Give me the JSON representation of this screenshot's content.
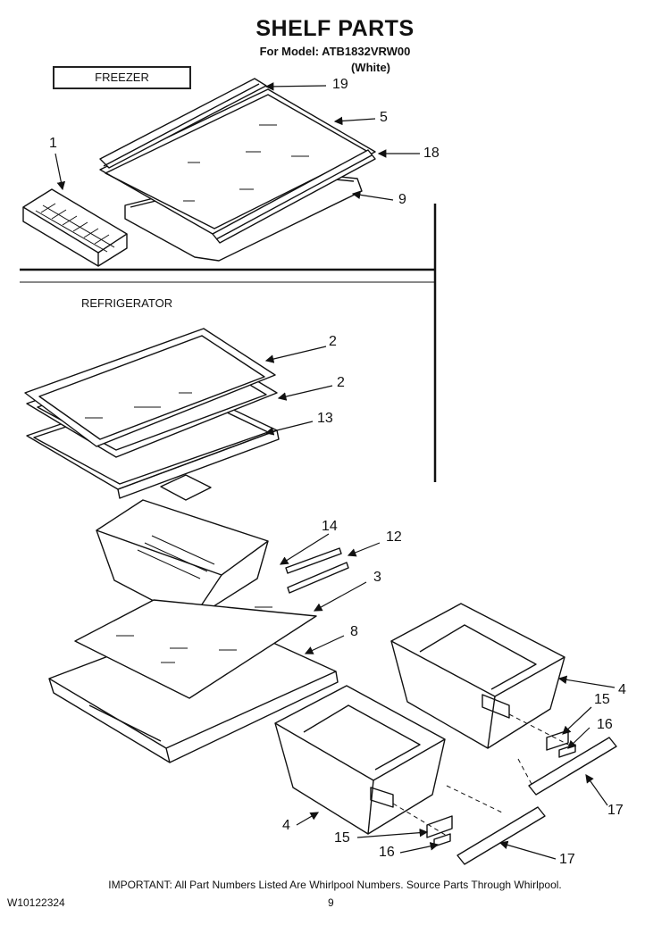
{
  "header": {
    "title": "SHELF PARTS",
    "model_line": "For Model: ATB1832VRW00",
    "color_line": "(White)"
  },
  "sections": {
    "freezer": "FREEZER",
    "refrigerator": "REFRIGERATOR"
  },
  "callouts": [
    {
      "id": "c19",
      "label": "19"
    },
    {
      "id": "c5",
      "label": "5"
    },
    {
      "id": "c18",
      "label": "18"
    },
    {
      "id": "c9",
      "label": "9"
    },
    {
      "id": "c1",
      "label": "1"
    },
    {
      "id": "c2a",
      "label": "2"
    },
    {
      "id": "c2b",
      "label": "2"
    },
    {
      "id": "c13",
      "label": "13"
    },
    {
      "id": "c14",
      "label": "14"
    },
    {
      "id": "c12",
      "label": "12"
    },
    {
      "id": "c3",
      "label": "3"
    },
    {
      "id": "c8",
      "label": "8"
    },
    {
      "id": "c4a",
      "label": "4"
    },
    {
      "id": "c15a",
      "label": "15"
    },
    {
      "id": "c16a",
      "label": "16"
    },
    {
      "id": "c17a",
      "label": "17"
    },
    {
      "id": "c4b",
      "label": "4"
    },
    {
      "id": "c15b",
      "label": "15"
    },
    {
      "id": "c16b",
      "label": "16"
    },
    {
      "id": "c17b",
      "label": "17"
    }
  ],
  "footer": {
    "notice": "IMPORTANT: All Part Numbers Listed Are Whirlpool Numbers. Source Parts Through Whirlpool.",
    "doc_number": "W10122324",
    "page_number": "9"
  }
}
